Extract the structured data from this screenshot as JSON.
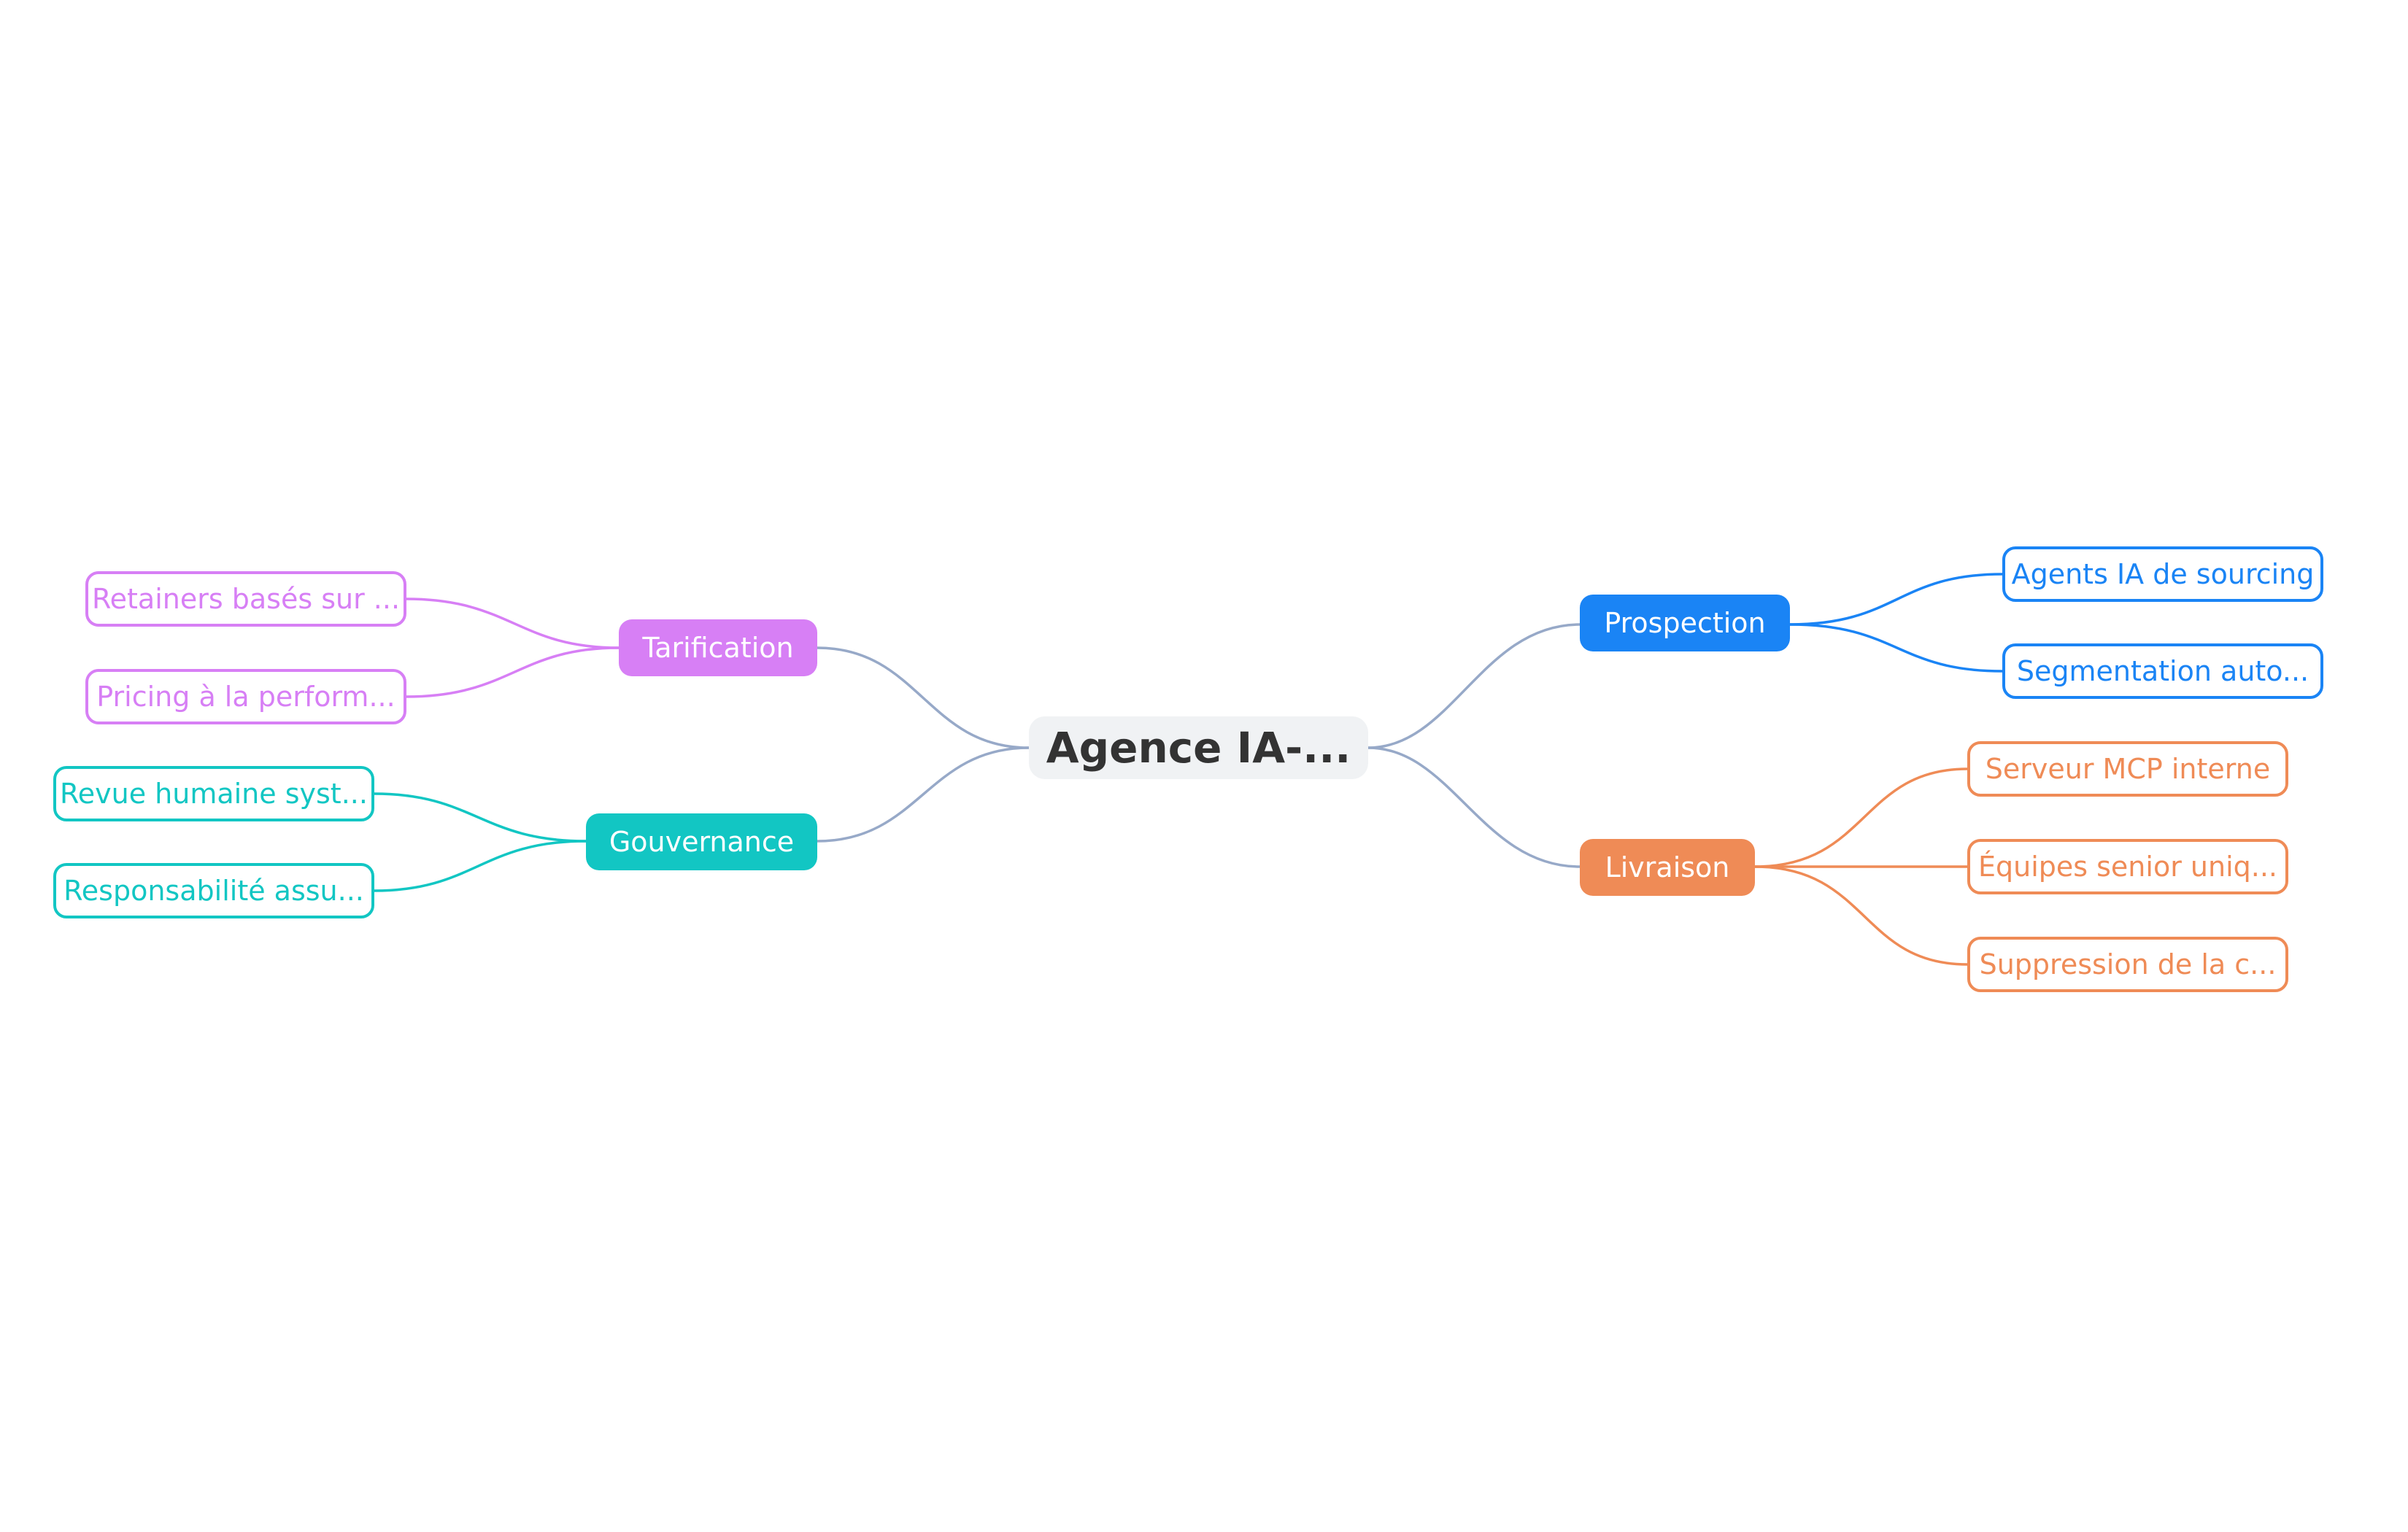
{
  "root": {
    "label": "Agence IA-..."
  },
  "colors": {
    "root_link": "#97a9c8",
    "prospection": "#1a84f5",
    "livraison": "#ef8b56",
    "tarification": "#d77ff5",
    "gouvernance": "#12c6c3"
  },
  "branches": [
    {
      "id": "prospection",
      "label": "Prospection",
      "children": [
        "Agents IA de sourcing",
        "Segmentation auto..."
      ]
    },
    {
      "id": "livraison",
      "label": "Livraison",
      "children": [
        "Serveur MCP interne",
        "Équipes senior uniq...",
        "Suppression de la c..."
      ]
    },
    {
      "id": "tarification",
      "label": "Tarification",
      "children": [
        "Retainers basés sur ...",
        "Pricing à la perform..."
      ]
    },
    {
      "id": "gouvernance",
      "label": "Gouvernance",
      "children": [
        "Revue humaine syst...",
        "Responsabilité assu..."
      ]
    }
  ]
}
